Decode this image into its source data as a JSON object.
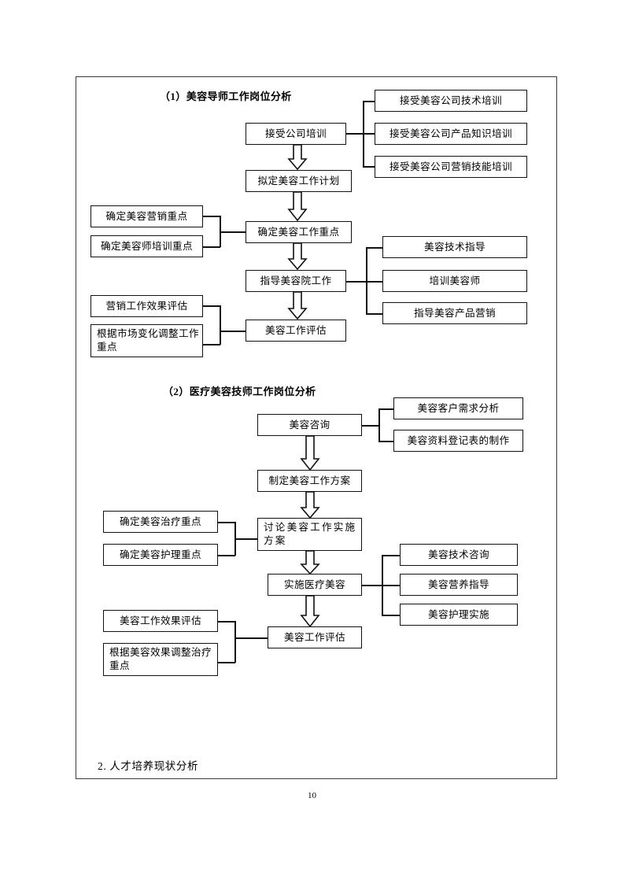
{
  "document": {
    "page_number": "10",
    "footer_heading": "2. 人才培养现状分析"
  },
  "sections": [
    {
      "id": "section-1",
      "title": "（1）美容导师工作岗位分析",
      "boxes": {
        "main_1": "接受公司培训",
        "main_2": "拟定美容工作计划",
        "main_3": "确定美容工作重点",
        "main_4": "指导美容院工作",
        "main_5": "美容工作评估",
        "right_1_1": "接受美容公司技术培训",
        "right_1_2": "接受美容公司产品知识培训",
        "right_1_3": "接受美容公司营销技能培训",
        "left_3_1": "确定美容营销重点",
        "left_3_2": "确定美容师培训重点",
        "right_4_1": "美容技术指导",
        "right_4_2": "培训美容师",
        "right_4_3": "指导美容产品营销",
        "left_5_1": "营销工作效果评估",
        "left_5_2": "根据市场变化调整工作重点"
      }
    },
    {
      "id": "section-2",
      "title": "（2）医疗美容技师工作岗位分析",
      "boxes": {
        "main_1": "美容咨询",
        "main_2": "制定美容工作方案",
        "main_3": "讨论美容工作实施方案",
        "main_4": "实施医疗美容",
        "main_5": "美容工作评估",
        "right_1_1": "美容客户需求分析",
        "right_1_2": "美容资料登记表的制作",
        "left_3_1": "确定美容治疗重点",
        "left_3_2": "确定美容护理重点",
        "right_4_1": "美容技术咨询",
        "right_4_2": "美容营养指导",
        "right_4_3": "美容护理实施",
        "left_5_1": "美容工作效果评估",
        "left_5_2": "根据美容效果调整治疗重点"
      }
    }
  ],
  "colors": {
    "border": "#111111",
    "page_frame": "#3a3a3a",
    "background": "#ffffff",
    "text": "#000000"
  }
}
